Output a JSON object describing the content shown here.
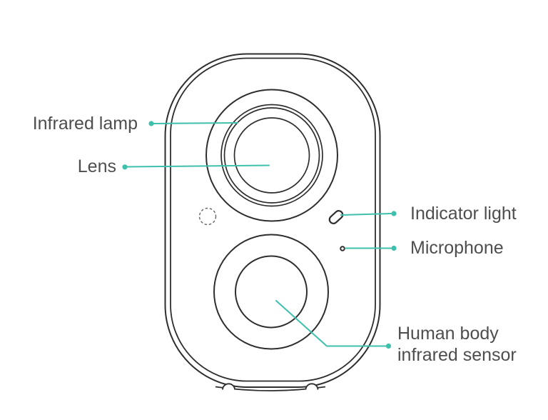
{
  "figure": {
    "labels": {
      "infrared_lamp": "Infrared lamp",
      "lens": "Lens",
      "indicator_light": "Indicator light",
      "microphone": "Microphone",
      "human_body_sensor": {
        "line1": "Human body",
        "line2": "infrared sensor"
      }
    },
    "colors": {
      "leader_line": "#3ec0ac",
      "device_outline": "#2e2e2e",
      "dashed_detail": "#666666",
      "label_text": "#4e4e4e",
      "background": "#ffffff"
    }
  }
}
